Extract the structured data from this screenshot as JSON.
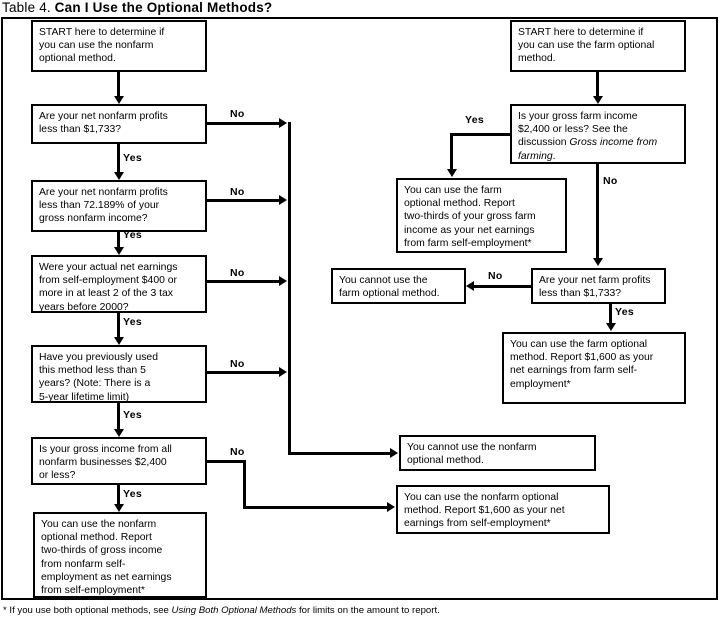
{
  "title": {
    "prefix": "Table 4.",
    "main": "Can I Use the Optional Methods?"
  },
  "footnote": {
    "lead": "* If you use both optional methods, see ",
    "italic": "Using Both Optional Methods",
    "tail": " for limits on the amount to report."
  },
  "edge_labels": {
    "no": "No",
    "yes": "Yes"
  },
  "nonfarm": {
    "start": {
      "line1": "START here to determine if",
      "line2": "you can use the nonfarm",
      "line3": "optional method."
    },
    "q1": {
      "line1": "Are your net nonfarm profits",
      "line2": "less than $1,733?"
    },
    "q2": {
      "line1": "Are your net nonfarm profits",
      "line2": "less than 72.189% of your",
      "line3": "gross nonfarm income?"
    },
    "q3": {
      "line1": "Were your actual net earnings",
      "line2": "from self-employment $400 or",
      "line3": "more in at least 2 of the 3 tax",
      "line4": "years before 2000?"
    },
    "q4": {
      "line1": "Have you previously used",
      "line2": "this method less than 5",
      "line3": "years? (Note: There is a",
      "line4": "5-year lifetime limit)"
    },
    "q5": {
      "line1": "Is your gross income from all",
      "line2": "nonfarm businesses $2,400",
      "line3": "or less?"
    },
    "yes_outcome": {
      "line1": "You can use the nonfarm",
      "line2": "optional method. Report",
      "line3": "two-thirds of gross income",
      "line4": "from nonfarm self-",
      "line5": "employment as net earnings",
      "line6": "from self-employment*"
    },
    "cannot_outcome": {
      "line1": "You cannot use the nonfarm",
      "line2": "optional  method."
    },
    "report_outcome": {
      "line1": "You can use the nonfarm optional",
      "line2": "method. Report $1,600 as your net",
      "line3": "earnings from self-employment*"
    }
  },
  "farm": {
    "start": {
      "line1": "START here to determine if",
      "line2": "you can use the farm optional",
      "line3": "method."
    },
    "q1": {
      "line1": "Is your gross farm income",
      "line2": "$2,400 or less? See the",
      "line3_plain": "discussion ",
      "line3_ital": "Gross income from",
      "line4_ital": "farming",
      "line4_plain": "."
    },
    "q2": {
      "line1": "Are your net farm profits",
      "line2": "less than $1,733?"
    },
    "yes_outcome": {
      "line1": "You can use the farm",
      "line2": "optional method. Report",
      "line3": "two-thirds of your gross farm",
      "line4": "income as your net earnings",
      "line5": "from farm self-employment*"
    },
    "cannot_outcome": {
      "line1": "You cannot use the",
      "line2": "farm optional method."
    },
    "report_outcome": {
      "line1": "You can use the farm optional",
      "line2": "method. Report $1,600 as your",
      "line3": "net earnings from farm self-",
      "line4": "employment*"
    }
  }
}
